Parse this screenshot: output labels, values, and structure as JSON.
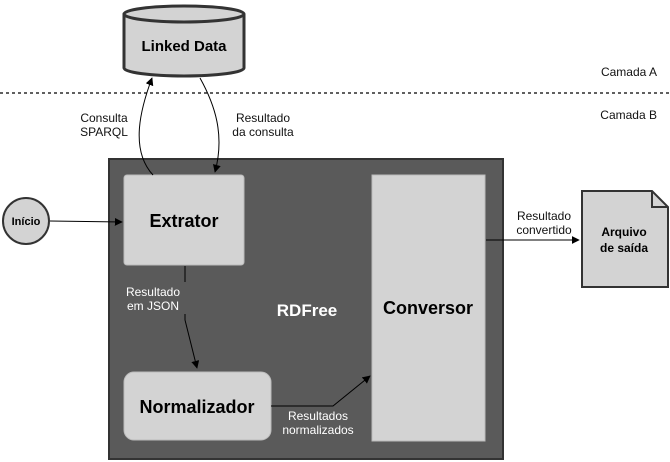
{
  "layers": {
    "a": "Camada A",
    "b": "Camada B"
  },
  "nodes": {
    "linked_data": "Linked Data",
    "inicio": "Início",
    "extrator": "Extrator",
    "normalizador": "Normalizador",
    "conversor": "Conversor",
    "rdfree": "RDFree",
    "arquivo": [
      "Arquivo",
      "de saída"
    ]
  },
  "edges": {
    "consulta": [
      "Consulta",
      "SPARQL"
    ],
    "resultado_consulta": [
      "Resultado",
      "da consulta"
    ],
    "resultado_json": [
      "Resultado",
      "em JSON"
    ],
    "resultados_normalizados": [
      "Resultados",
      "normalizados"
    ],
    "resultado_convertido": [
      "Resultado",
      "convertido"
    ]
  },
  "colors": {
    "container": "#5a5a5a",
    "box": "#d3d3d3",
    "stroke": "#333333"
  }
}
